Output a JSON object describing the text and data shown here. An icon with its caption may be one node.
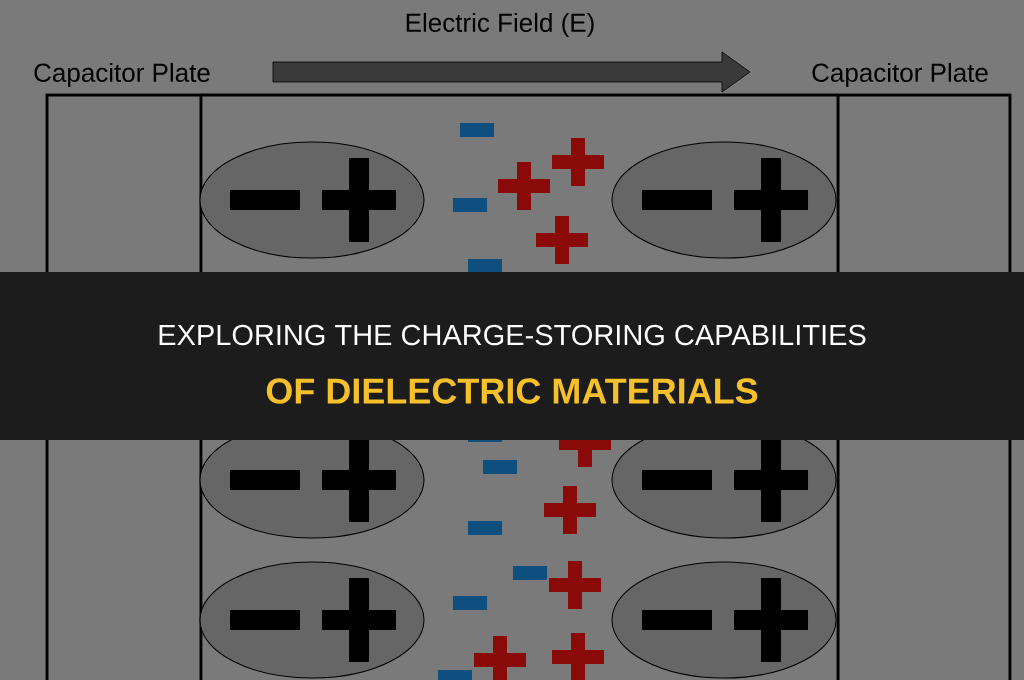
{
  "diagram": {
    "title": "EXPLORING THE CHARGE-STORING CAPABILITIES",
    "caption": "OF DIELECTRIC MATERIALS",
    "labels": [
      "Electric Field (E)",
      "Capacitor Plate",
      "Capacitor Plate"
    ]
  }
}
